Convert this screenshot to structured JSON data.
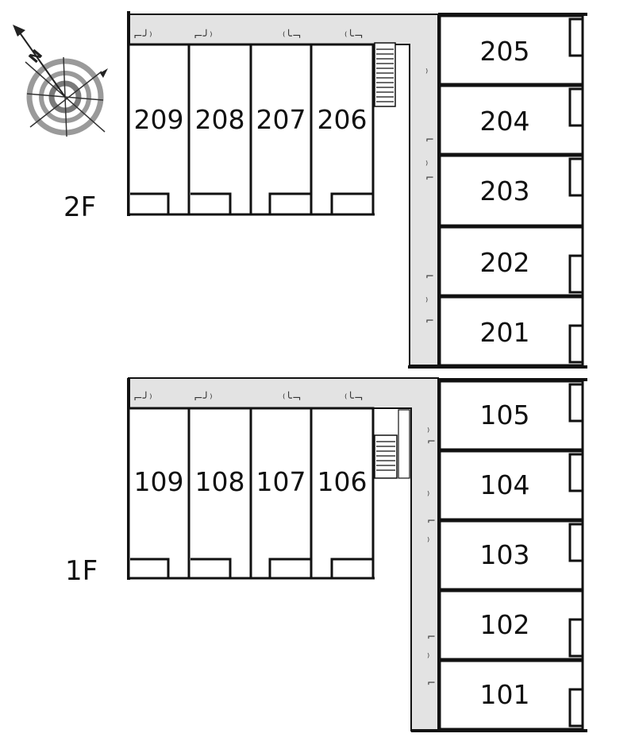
{
  "compass": {
    "letter": "N"
  },
  "floors": [
    {
      "label": "2F",
      "rooms_left": [
        "209",
        "208",
        "207",
        "206"
      ],
      "rooms_right": [
        "205",
        "204",
        "203",
        "202",
        "201"
      ]
    },
    {
      "label": "1F",
      "rooms_left": [
        "109",
        "108",
        "107",
        "106"
      ],
      "rooms_right": [
        "105",
        "104",
        "103",
        "102",
        "101"
      ]
    }
  ],
  "colors": {
    "corridor": "#e3e3e3",
    "wall": "#111111",
    "compass_ring": "#9a9a9a"
  }
}
